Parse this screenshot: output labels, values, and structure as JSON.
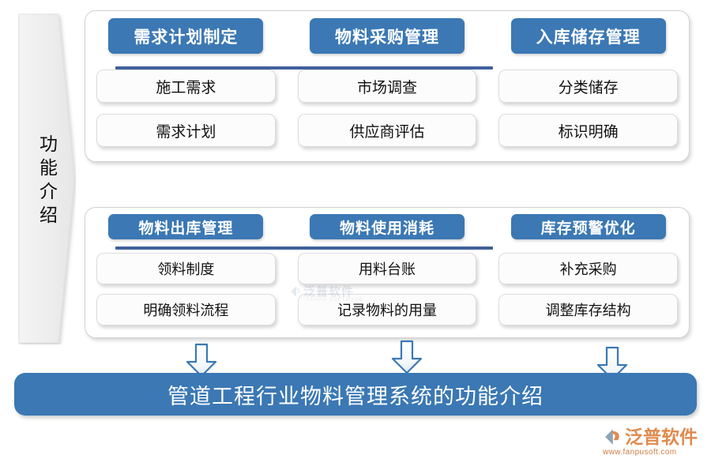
{
  "ribbon": {
    "label": "功能介绍",
    "icon": "right-chevron-ribbon"
  },
  "panels": [
    {
      "id": "panel-upstream",
      "columns": [
        {
          "header": "需求计划制定",
          "items": [
            "施工需求",
            "需求计划"
          ]
        },
        {
          "header": "物料采购管理",
          "items": [
            "市场调查",
            "供应商评估"
          ]
        },
        {
          "header": "入库储存管理",
          "items": [
            "分类储存",
            "标识明确"
          ]
        }
      ]
    },
    {
      "id": "panel-downstream",
      "columns": [
        {
          "header": "物料出库管理",
          "items": [
            "领料制度",
            "明确领料流程"
          ]
        },
        {
          "header": "物料使用消耗",
          "items": [
            "用料台账",
            "记录物料的用量"
          ]
        },
        {
          "header": "库存预警优化",
          "items": [
            "补充采购",
            "调整库存结构"
          ]
        }
      ]
    }
  ],
  "arrows": [
    {
      "name": "down-arrow-icon-1"
    },
    {
      "name": "down-arrow-icon-2"
    },
    {
      "name": "down-arrow-icon-3"
    }
  ],
  "banner": {
    "title": "管道工程行业物料管理系统的功能介绍"
  },
  "watermark_center": {
    "name": "泛普软件",
    "sub": "FANPU SOFTWARE"
  },
  "logo": {
    "name": "泛普软件",
    "url": "www.fanpusoft.com"
  },
  "colors": {
    "accent_blue": "#3b78b4",
    "divider_blue": "#41619c",
    "ribbon_fill": "#f0f0f0",
    "logo_orange": "#e08a4e",
    "panel_border": "#d2d2d2"
  }
}
